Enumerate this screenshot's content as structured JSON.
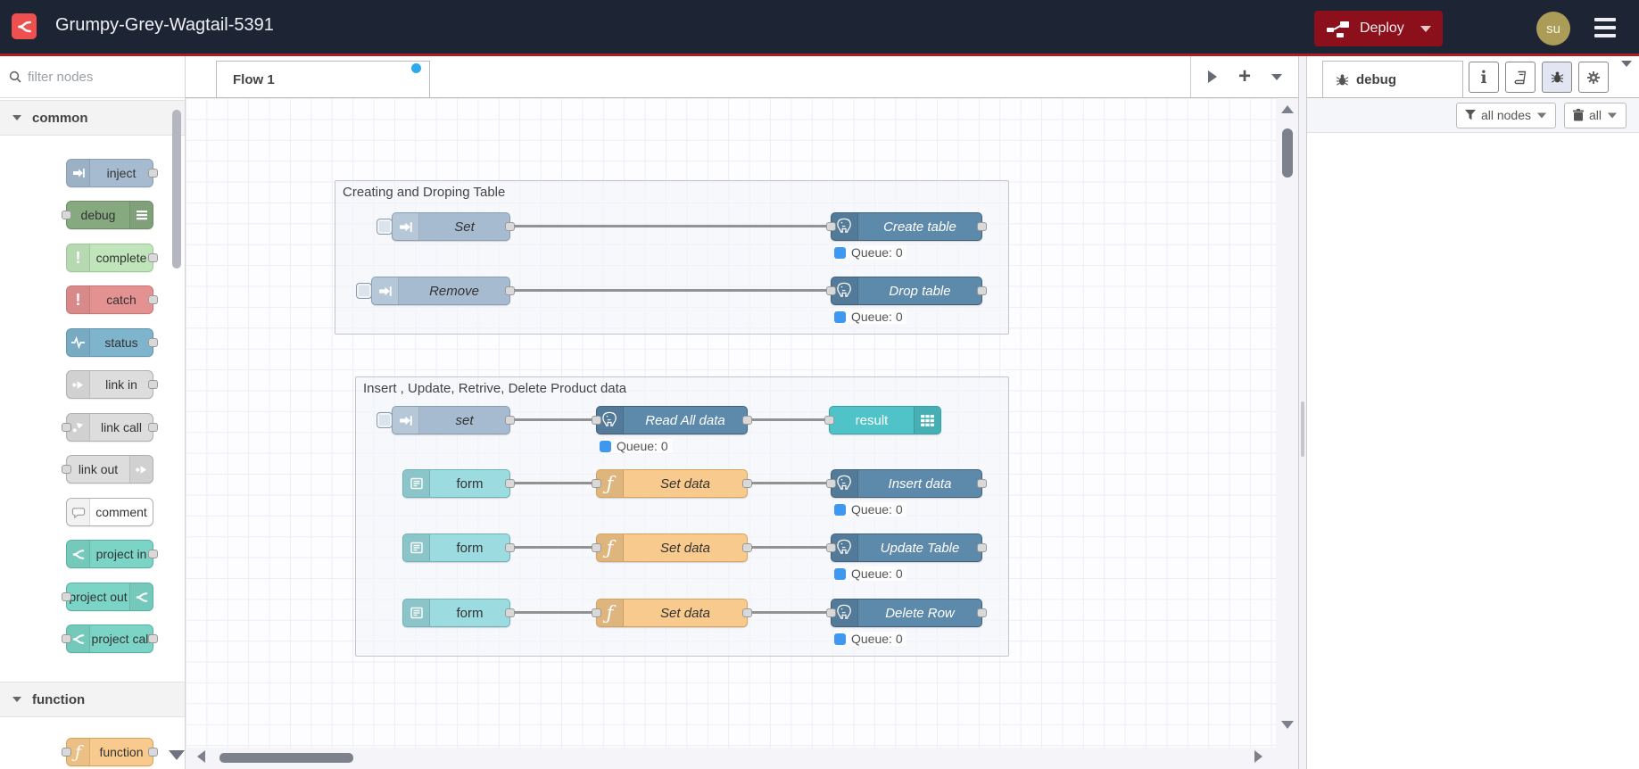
{
  "colors": {
    "header_bg": "#1d2433",
    "accent_red": "#ad1c23",
    "deploy_bg": "#8C101C",
    "logo_red": "#ee4f4f",
    "node_inject": "#a6bbcf",
    "node_debug": "#87a980",
    "node_complete": "#c1e5bb",
    "node_catch": "#e49191",
    "node_status": "#7fb4cd",
    "node_link": "#dddddd",
    "node_comment": "#ffffff",
    "node_project": "#7bd4c6",
    "node_function": "#f9ca8d",
    "node_postgres": "#5d89ab",
    "node_form": "#9cdce0",
    "node_result": "#4fc3c8",
    "wire": "#929292",
    "queue_dot": "#3f98ef",
    "flow_dot": "#2fa9ee"
  },
  "header": {
    "title": "Grumpy-Grey-Wagtail-5391",
    "deploy_label": "Deploy",
    "avatar_label": "su"
  },
  "palette": {
    "filter_placeholder": "filter nodes",
    "category_common": "common",
    "category_function": "function",
    "nodes": [
      {
        "label": "inject"
      },
      {
        "label": "debug"
      },
      {
        "label": "complete"
      },
      {
        "label": "catch"
      },
      {
        "label": "status"
      },
      {
        "label": "link in"
      },
      {
        "label": "link call"
      },
      {
        "label": "link out"
      },
      {
        "label": "comment"
      },
      {
        "label": "project in"
      },
      {
        "label": "project out"
      },
      {
        "label": "project call"
      },
      {
        "label": "function"
      }
    ]
  },
  "workspace": {
    "tab_label": "Flow 1",
    "groups": [
      {
        "title": "Creating and Droping Table",
        "rows": [
          {
            "inject": "Set",
            "pg": "Create table",
            "status": "Queue: 0"
          },
          {
            "inject": "Remove",
            "pg": "Drop table",
            "status": "Queue: 0"
          }
        ]
      },
      {
        "title": "Insert , Update, Retrive, Delete Product data",
        "rows": [
          {
            "inject": "set",
            "pg": "Read All data",
            "status": "Queue: 0",
            "result": "result"
          },
          {
            "form": "form",
            "func": "Set data",
            "pg": "Insert data",
            "status": "Queue: 0"
          },
          {
            "form": "form",
            "func": "Set data",
            "pg": "Update Table",
            "status": "Queue: 0"
          },
          {
            "form": "form",
            "func": "Set data",
            "pg": "Delete Row",
            "status": "Queue: 0"
          }
        ]
      }
    ]
  },
  "sidebar": {
    "tab_label": "debug",
    "filter_button": "all nodes",
    "clear_button": "all"
  }
}
